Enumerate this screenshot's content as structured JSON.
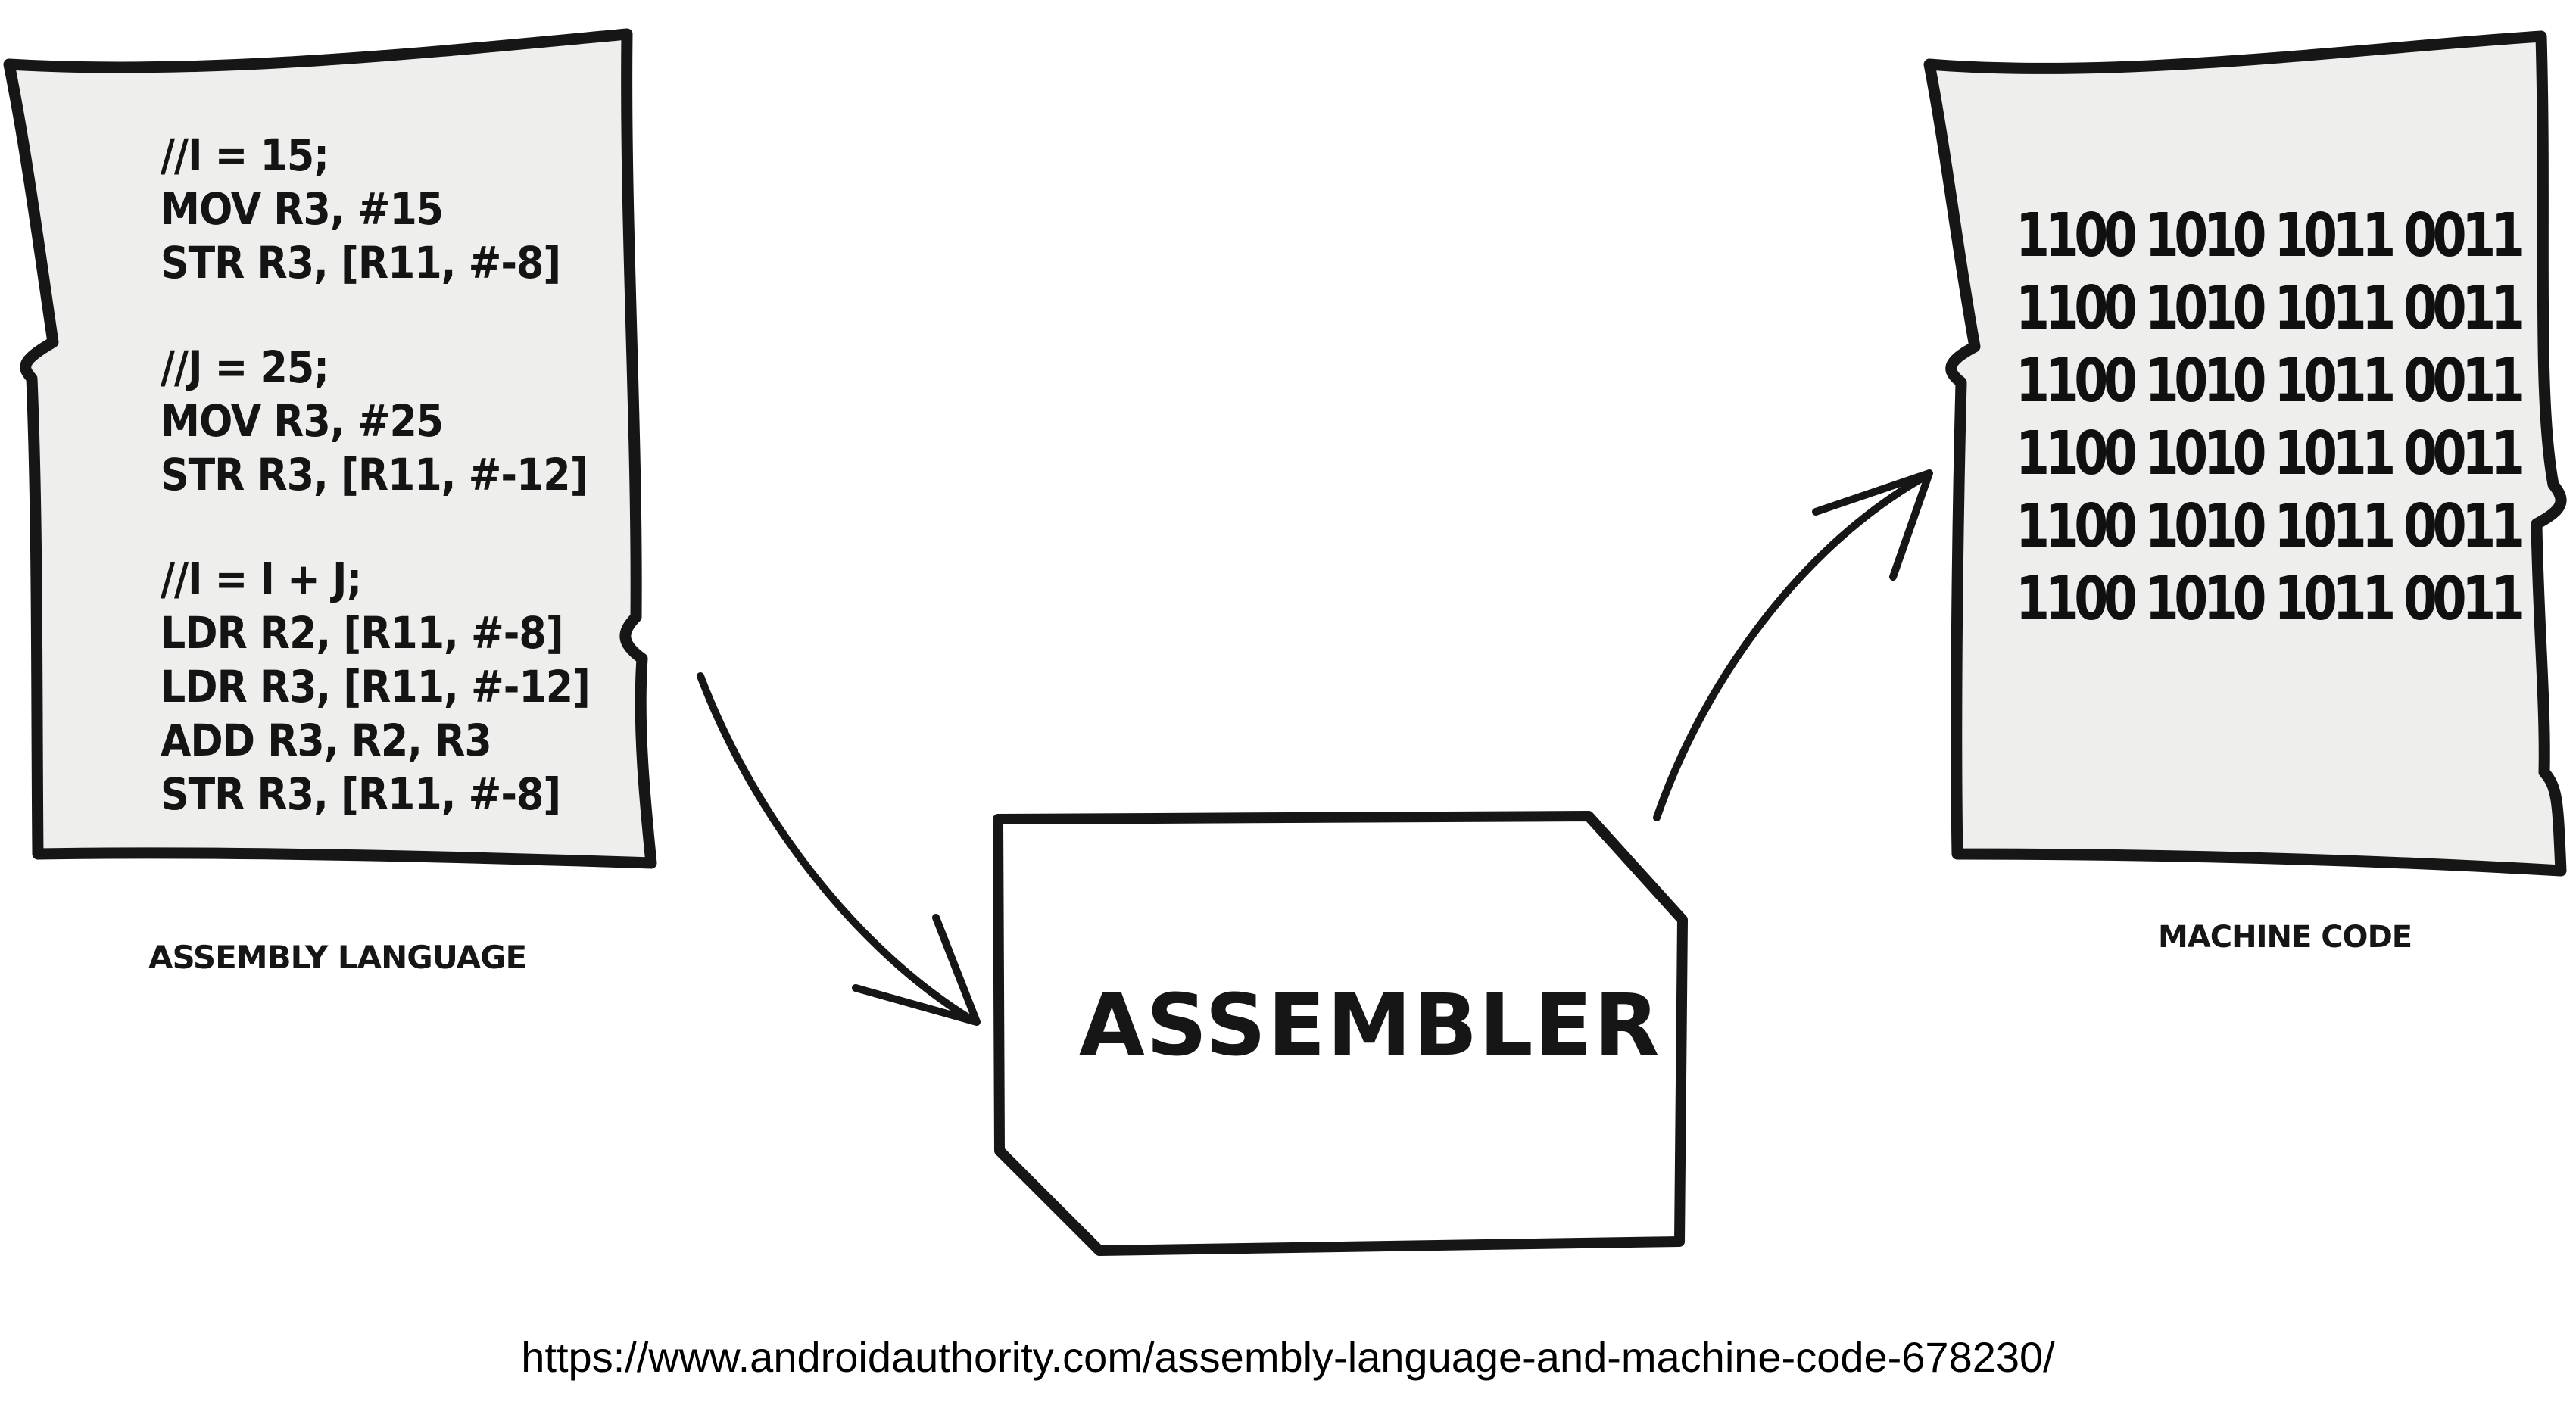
{
  "assembly": {
    "caption": "ASSEMBLY LANGUAGE",
    "lines": [
      "//I = 15;",
      "MOV R3, #15",
      "STR R3, [R11, #-8]",
      "",
      "//J = 25;",
      "MOV R3, #25",
      "STR R3, [R11, #-12]",
      "",
      "//I = I + J;",
      "LDR R2, [R11, #-8]",
      "LDR R3, [R11, #-12]",
      "ADD R3, R2, R3",
      "STR R3, [R11, #-8]"
    ]
  },
  "assembler": {
    "label": "ASSEMBLER"
  },
  "machine": {
    "caption": "MACHINE CODE",
    "lines": [
      "1100 1010 1011 0011",
      "1100 1010 1011 0011",
      "1100 1010 1011 0011",
      "1100 1010 1011 0011",
      "1100 1010 1011 0011",
      "1100 1010 1011 0011"
    ]
  },
  "source": {
    "url": "https://www.androidauthority.com/assembly-language-and-machine-code-678230/"
  },
  "colors": {
    "paper": "#eeeeec",
    "ink": "#161616",
    "background": "#ffffff"
  }
}
